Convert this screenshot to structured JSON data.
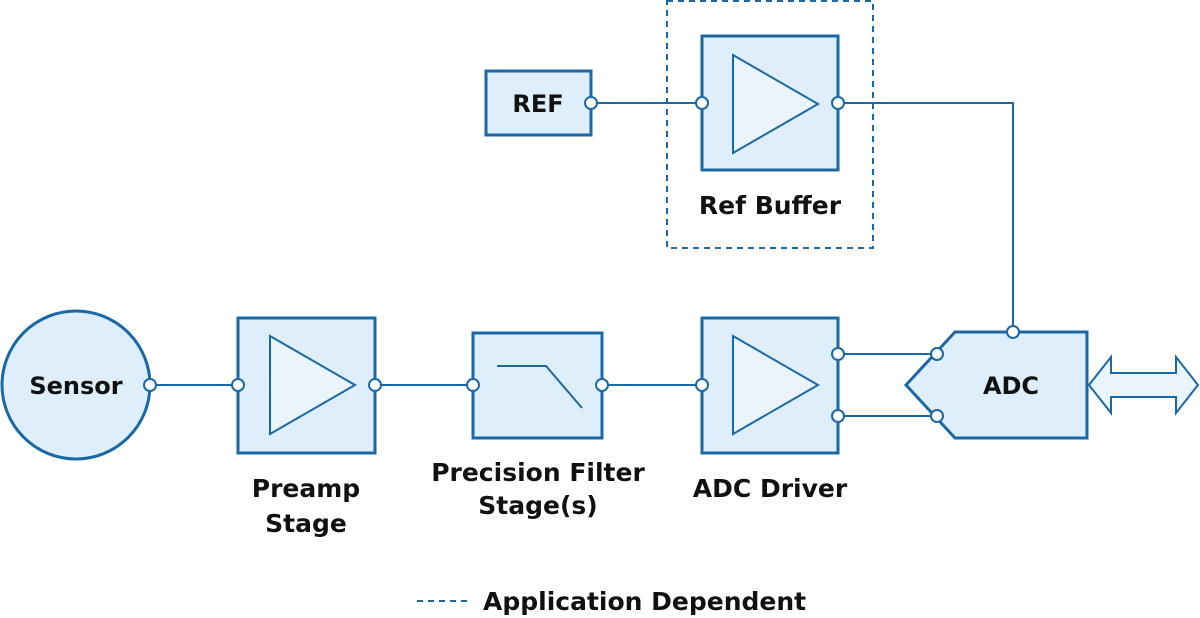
{
  "diagram": {
    "blocks": {
      "sensor": "Sensor",
      "ref": "REF",
      "preamp_line1": "Preamp",
      "preamp_line2": "Stage",
      "filter_line1": "Precision Filter",
      "filter_line2": "Stage(s)",
      "adc_driver": "ADC Driver",
      "ref_buffer": "Ref Buffer",
      "adc": "ADC"
    },
    "legend": {
      "label": "Application Dependent"
    },
    "colors": {
      "stroke": "#1b68a7",
      "fill": "#dfeefb",
      "text": "#111111"
    }
  }
}
